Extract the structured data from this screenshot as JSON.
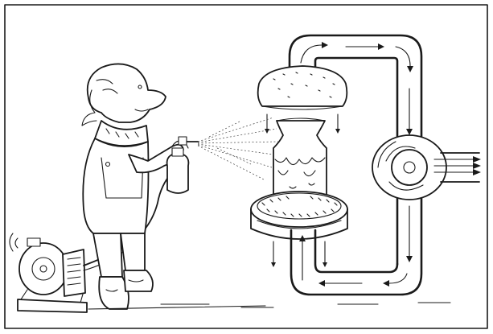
{
  "scene": {
    "icons": [
      "sprayer-operator",
      "air-compressor",
      "spray-bottle",
      "spray-booth-hood",
      "workpiece",
      "turntable-grate",
      "duct-loop",
      "exhaust-fan"
    ],
    "colors": {
      "ink": "#1a1a1a",
      "paper": "#ffffff"
    }
  }
}
